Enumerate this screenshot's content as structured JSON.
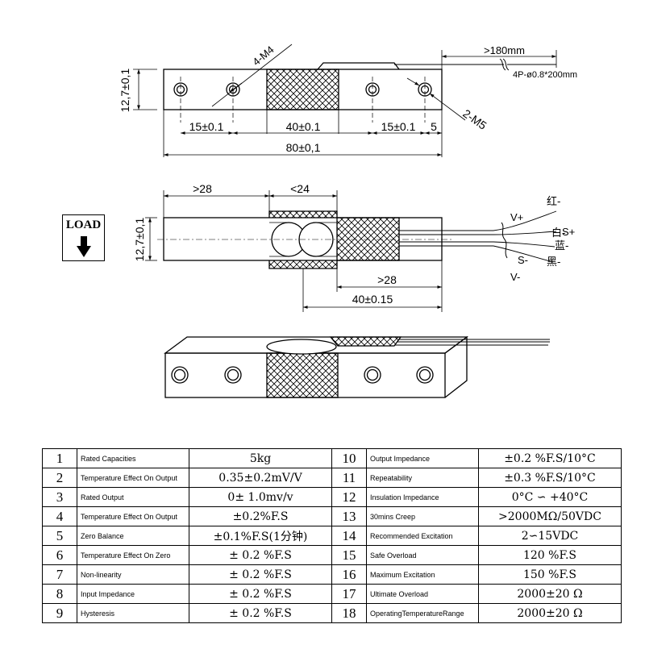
{
  "top_view": {
    "height_dim": "12,7±0,1",
    "hole_label_left": "4-M4",
    "hole_label_right": "2-M5",
    "cable_min": ">180mm",
    "cable_spec": "4P-ø0.8*200mm",
    "dim_15_left": "15±0.1",
    "dim_40": "40±0.1",
    "dim_15_right": "15±0.1",
    "dim_5": "5",
    "dim_80": "80±0,1"
  },
  "side_view": {
    "height_dim": "12,7±0,1",
    "dim_28_top": ">28",
    "dim_24": "<24",
    "dim_28_bottom": ">28",
    "dim_40": "40±0.15",
    "load_label": "LOAD",
    "wire_red": "红-",
    "wire_white": "白-",
    "wire_blue": "蓝-",
    "wire_black": "黑-",
    "v_plus": "V+",
    "s_plus": "S+",
    "s_minus": "S-",
    "v_minus": "V-"
  },
  "spec_table": [
    {
      "no": "1",
      "name": "Rated Capacities",
      "value": "5kg",
      "no2": "10",
      "name2": "Output Impedance",
      "value2": "±0.2 %F.S/10°C"
    },
    {
      "no": "2",
      "name": "Temperature Effect On Output",
      "value": "0.35±0.2mV/V",
      "no2": "11",
      "name2": "Repeatability",
      "value2": "±0.3 %F.S/10°C"
    },
    {
      "no": "3",
      "name": "Rated Output",
      "value": "0± 1.0mv/v",
      "no2": "12",
      "name2": "Insulation Impedance",
      "value2": "0°C ∽ +40°C"
    },
    {
      "no": "4",
      "name": "Temperature Effect On Output",
      "value": "±0.2%F.S",
      "no2": "13",
      "name2": "30mins Creep",
      "value2": ">2000MΩ/50VDC"
    },
    {
      "no": "5",
      "name": "Zero Balance",
      "value": "±0.1%F.S(1分钟)",
      "no2": "14",
      "name2": "Recommended Excitation",
      "value2": "2∽15VDC"
    },
    {
      "no": "6",
      "name": "Temperature Effect On Zero",
      "value": "± 0.2 %F.S",
      "no2": "15",
      "name2": "Safe Overload",
      "value2": "120 %F.S"
    },
    {
      "no": "7",
      "name": "Non-linearity",
      "value": "± 0.2 %F.S",
      "no2": "16",
      "name2": "Maximum Excitation",
      "value2": "150 %F.S"
    },
    {
      "no": "8",
      "name": "Input Impedance",
      "value": "± 0.2 %F.S",
      "no2": "17",
      "name2": "Ultimate Overload",
      "value2": "2000±20 Ω"
    },
    {
      "no": "9",
      "name": "Hysteresis",
      "value": "± 0.2 %F.S",
      "no2": "18",
      "name2": "OperatingTemperatureRange",
      "value2": "2000±20 Ω"
    }
  ]
}
